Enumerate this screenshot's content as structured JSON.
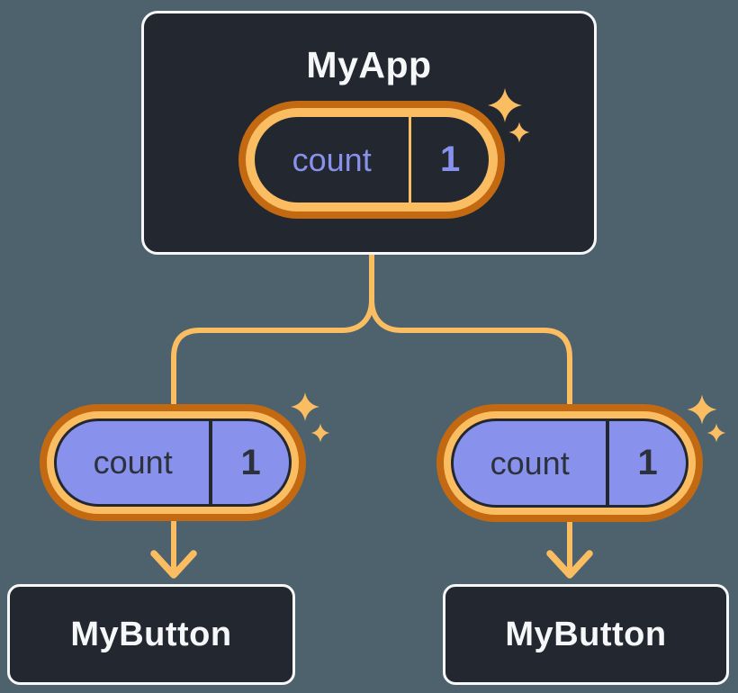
{
  "palette": {
    "background": "#4D626D",
    "card_background": "#23272F",
    "card_border": "#F6F7F9",
    "accent_light_orange": "#FABD62",
    "accent_dark_orange": "#C26912",
    "state_purple": "#8891EC",
    "text_light": "#F6F7F9",
    "text_dark": "#2C313B"
  },
  "root_component": {
    "title": "MyApp",
    "state": {
      "name": "count",
      "value": "1"
    }
  },
  "child_components": [
    {
      "title": "MyButton",
      "state": {
        "name": "count",
        "value": "1"
      }
    },
    {
      "title": "MyButton",
      "state": {
        "name": "count",
        "value": "1"
      }
    }
  ]
}
